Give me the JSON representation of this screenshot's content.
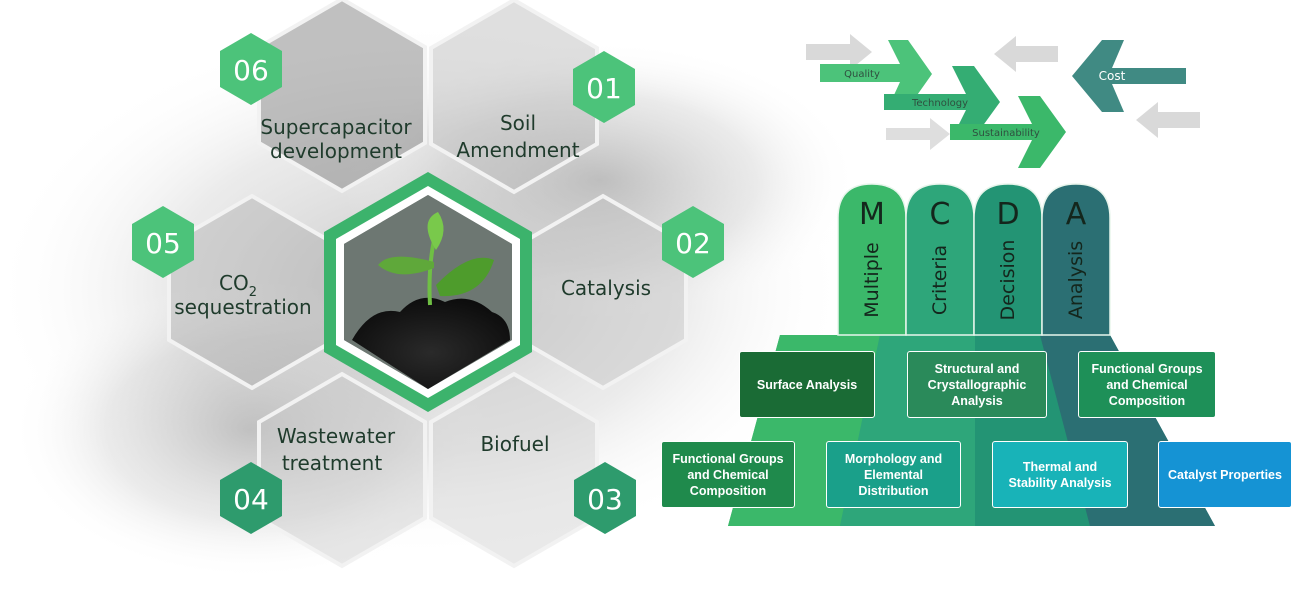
{
  "applications": [
    {
      "number": "06",
      "label_lines": [
        "Supercapacitor",
        "development"
      ]
    },
    {
      "number": "01",
      "label_lines": [
        "Soil",
        "Amendment"
      ]
    },
    {
      "number": "02",
      "label_lines": [
        "Catalysis"
      ]
    },
    {
      "number": "03",
      "label_lines": [
        "Biofuel"
      ]
    },
    {
      "number": "04",
      "label_lines": [
        "Wastewater",
        "treatment"
      ]
    },
    {
      "number": "05",
      "co2": {
        "main": "CO",
        "sub": "2"
      },
      "label_lines": [
        "sequestration"
      ]
    }
  ],
  "arrows": {
    "quality": "Quality",
    "technology": "Technology",
    "sustainability": "Sustainability",
    "cost": "Cost"
  },
  "mcda": {
    "pillars": [
      {
        "letter": "M",
        "word": "Multiple",
        "color": "#3bb86a"
      },
      {
        "letter": "C",
        "word": "Criteria",
        "color": "#2ea67a"
      },
      {
        "letter": "D",
        "word": "Decision",
        "color": "#239474"
      },
      {
        "letter": "A",
        "word": "Analysis",
        "color": "#2b6f73"
      }
    ],
    "upper_boxes": [
      {
        "text": "Surface Analysis",
        "color": "#1a6b35"
      },
      {
        "text": "Structural and Crystallographic Analysis",
        "color": "#2a8a5a"
      },
      {
        "text": "Functional Groups and Chemical Composition",
        "color": "#1e9058"
      }
    ],
    "lower_boxes": [
      {
        "text": "Functional Groups and Chemical Composition",
        "color": "#1f8a4c"
      },
      {
        "text": "Morphology and Elemental Distribution",
        "color": "#1aa08a"
      },
      {
        "text": "Thermal and Stability Analysis",
        "color": "#18b3b8"
      },
      {
        "text": "Catalyst Properties",
        "color": "#1593d4"
      }
    ]
  },
  "colors": {
    "hex_badge": "#4cc37a",
    "hex_badge_dark": "#2e9b6d",
    "center_frame": "#3cb36c"
  }
}
